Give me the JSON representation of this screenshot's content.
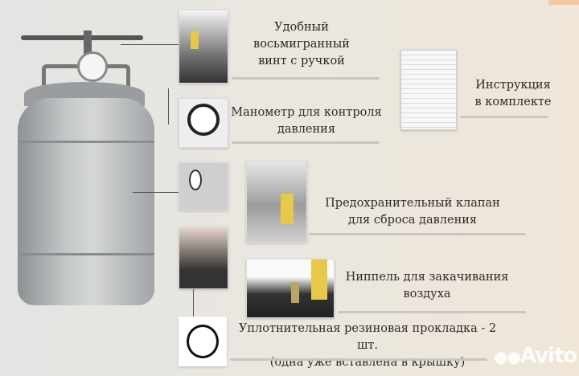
{
  "features": [
    {
      "label_lines": [
        "Удобный",
        "восьмигранный",
        "винт  с ручкой"
      ],
      "icon": "screw-handle"
    },
    {
      "label_lines": [
        "Манометр для контроля",
        "давления"
      ],
      "icon": "pressure-gauge"
    },
    {
      "label_lines": [
        "Предохранительный клапан",
        "для сброса давления"
      ],
      "icon": "safety-valve"
    },
    {
      "label_lines": [
        "Ниппель для закачивания",
        "воздуха"
      ],
      "icon": "air-nipple"
    },
    {
      "label_lines": [
        "Уплотнительная резиновая прокладка - 2 шт.",
        "(одна уже вставлена в крышку)"
      ],
      "icon": "rubber-gasket"
    }
  ],
  "instruction": {
    "label_lines": [
      "Инструкция",
      "в комплекте"
    ]
  },
  "watermark": "Avito",
  "colors": {
    "background": "#ebe7e0",
    "autoclave": "#b9bcbd",
    "valve": "#e8c84a"
  }
}
